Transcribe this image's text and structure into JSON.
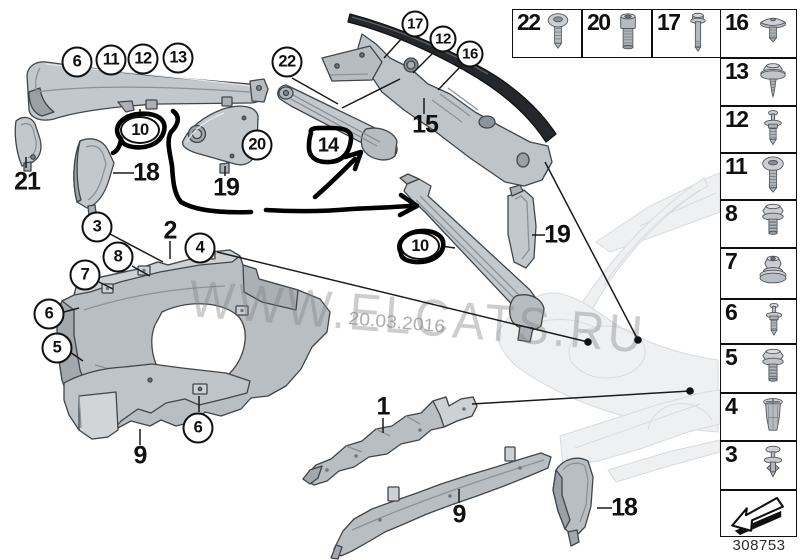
{
  "watermark": {
    "text": "WWW.ELCATS.RU",
    "date": "20.03.2016"
  },
  "drawing_number": "308753",
  "callouts": {
    "circled": [
      {
        "label": "6"
      },
      {
        "label": "11"
      },
      {
        "label": "12"
      },
      {
        "label": "13"
      },
      {
        "label": "22"
      },
      {
        "label": "17"
      },
      {
        "label": "12"
      },
      {
        "label": "16"
      },
      {
        "label": "10"
      },
      {
        "label": "20"
      },
      {
        "label": "10"
      },
      {
        "label": "3"
      },
      {
        "label": "4"
      },
      {
        "label": "8"
      },
      {
        "label": "7"
      },
      {
        "label": "6"
      },
      {
        "label": "5"
      },
      {
        "label": "6"
      }
    ],
    "plain": [
      {
        "label": "21"
      },
      {
        "label": "18"
      },
      {
        "label": "19"
      },
      {
        "label": "15"
      },
      {
        "label": "14"
      },
      {
        "label": "2"
      },
      {
        "label": "9"
      },
      {
        "label": "1"
      },
      {
        "label": "9"
      },
      {
        "label": "18"
      },
      {
        "label": "19"
      }
    ]
  },
  "fasteners": {
    "top_row": [
      {
        "number": "22",
        "type": "pan-head-screw"
      },
      {
        "number": "20",
        "type": "socket-cap-screw"
      },
      {
        "number": "17",
        "type": "hex-bolt"
      },
      {
        "number": "16",
        "type": "flat-head-screw"
      }
    ],
    "column": [
      {
        "number": "13",
        "type": "washer-screw"
      },
      {
        "number": "12",
        "type": "expansion-rivet"
      },
      {
        "number": "11",
        "type": "oval-head-screw"
      },
      {
        "number": "8",
        "type": "flange-bolt"
      },
      {
        "number": "7",
        "type": "plastic-nut"
      },
      {
        "number": "6",
        "type": "expansion-rivet"
      },
      {
        "number": "5",
        "type": "flange-screw"
      },
      {
        "number": "4",
        "type": "expansion-nut"
      },
      {
        "number": "3",
        "type": "expanding-rivet"
      }
    ]
  }
}
